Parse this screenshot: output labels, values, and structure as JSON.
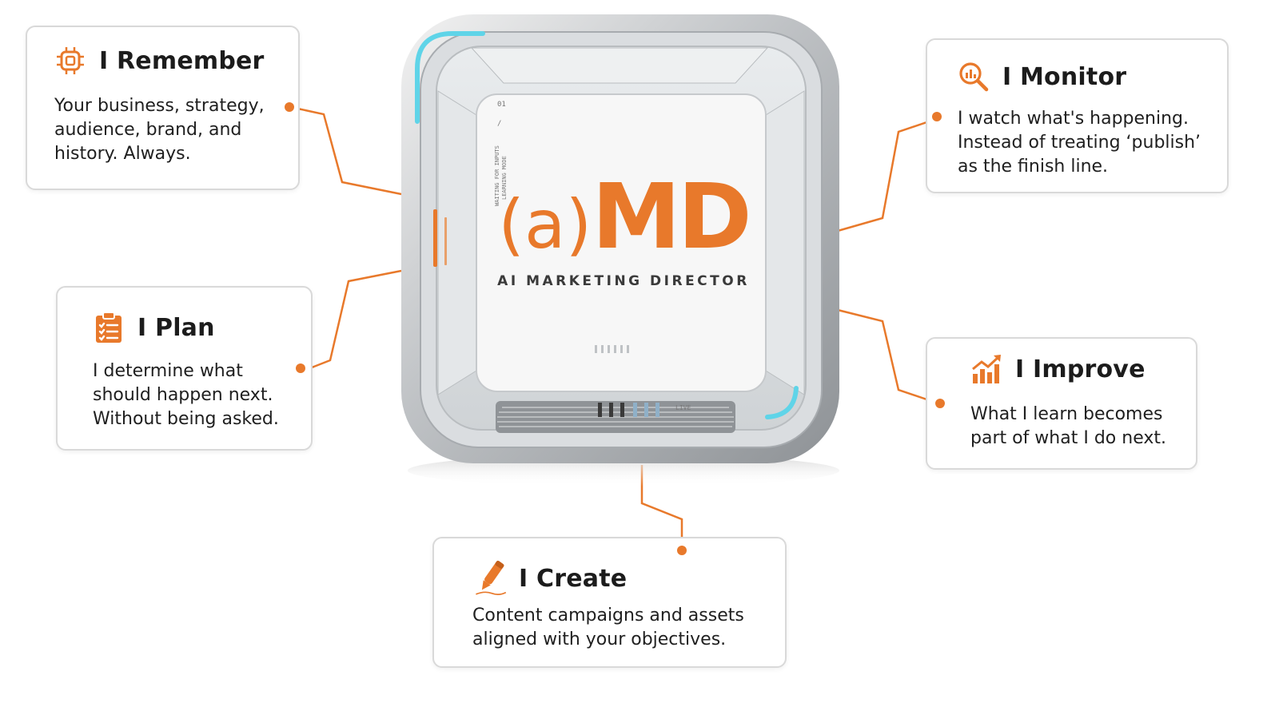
{
  "accent": "#e8792b",
  "device": {
    "logo_prefix": "(a)",
    "logo_main": "MD",
    "tagline": "AI MARKETING DIRECTOR",
    "screen_index": "01",
    "screen_slash": "/",
    "screen_status_1": "WAITING FOR INPUTS",
    "screen_status_2": "LEARNING MODE",
    "live_label": "LIVE"
  },
  "cards": {
    "remember": {
      "title": "I Remember",
      "icon": "chip-icon",
      "desc": "Your business, strategy,\naudience, brand, and\nhistory. Always."
    },
    "plan": {
      "title": "I Plan",
      "icon": "clipboard-icon",
      "desc": "I determine what\nshould happen next.\nWithout being asked."
    },
    "create": {
      "title": "I Create",
      "icon": "pen-icon",
      "desc": "Content campaigns and assets\naligned with your objectives."
    },
    "monitor": {
      "title": "I Monitor",
      "icon": "magnifier-chart-icon",
      "desc": "I watch what's happening.\nInstead of treating ‘publish’\nas the finish line."
    },
    "improve": {
      "title": "I Improve",
      "icon": "growth-chart-icon",
      "desc": "What I learn becomes\npart of what I do next."
    }
  }
}
